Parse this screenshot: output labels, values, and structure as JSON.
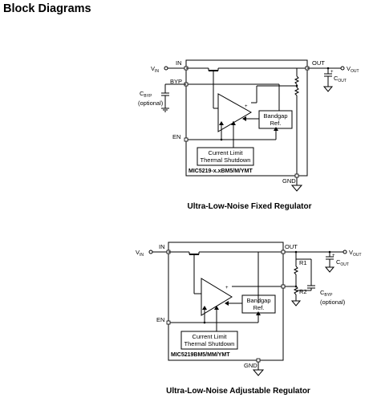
{
  "page": {
    "title": "Block Diagrams"
  },
  "fixed": {
    "pin_in": "IN",
    "pin_out": "OUT",
    "pin_byp": "BYP",
    "pin_en": "EN",
    "pin_gnd": "GND",
    "vin": "V",
    "vin_sub": "IN",
    "vout": "V",
    "vout_sub": "OUT",
    "cout": "C",
    "cout_sub": "OUT",
    "cbyp": "C",
    "cbyp_sub": "BYP",
    "cbyp_opt": "(optional)",
    "bandgap_1": "Bandgap",
    "bandgap_2": "Ref.",
    "limit_1": "Current Limit",
    "limit_2": "Thermal Shutdown",
    "part": "MIC5219-x.xBM5/M/YMT",
    "caption": "Ultra-Low-Noise Fixed Regulator"
  },
  "adjustable": {
    "pin_in": "IN",
    "pin_out": "OUT",
    "pin_en": "EN",
    "pin_gnd": "GND",
    "vin": "V",
    "vin_sub": "IN",
    "vout": "V",
    "vout_sub": "OUT",
    "cout": "C",
    "cout_sub": "OUT",
    "r1": "R1",
    "r2": "R2",
    "cbyp": "C",
    "cbyp_sub": "BYP",
    "cbyp_opt": "(optional)",
    "bandgap_1": "Bandgap",
    "bandgap_2": "Ref.",
    "limit_1": "Current Limit",
    "limit_2": "Thermal Shutdown",
    "part": "MIC5219BM5/MM/YMT",
    "caption": "Ultra-Low-Noise Adjustable Regulator"
  }
}
